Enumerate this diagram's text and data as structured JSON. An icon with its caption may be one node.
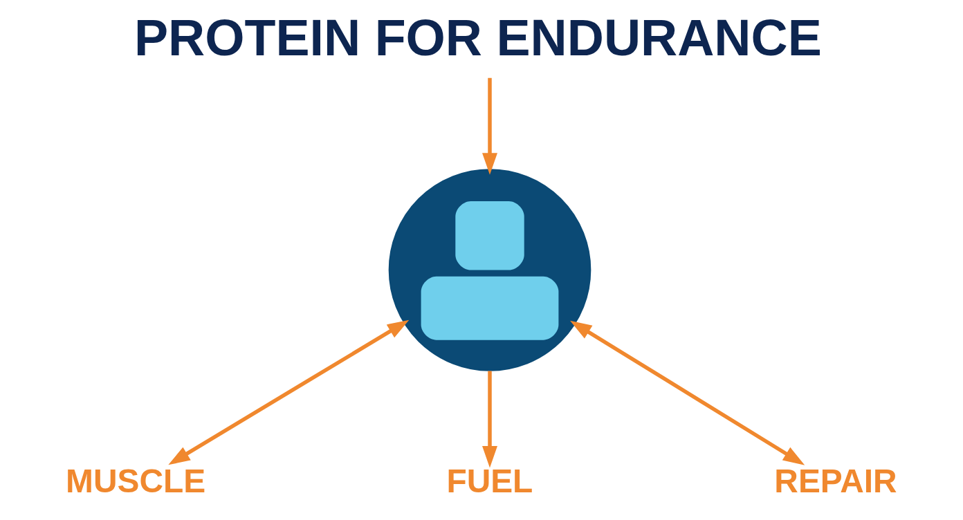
{
  "diagram": {
    "title": "PROTEIN FOR ENDURANCE",
    "nodes": [
      {
        "text": [],
        "shape": "person"
      },
      {
        "text": [
          "MUSCLE"
        ]
      },
      {
        "text": [
          "FUEL"
        ]
      },
      {
        "text": [
          "REPAIR"
        ]
      }
    ],
    "edges": [
      {
        "from": null,
        "to": 0,
        "arrow": "to"
      },
      {
        "from": 0,
        "to": 1,
        "arrow": "both"
      },
      {
        "from": 0,
        "to": 2,
        "arrow": "to"
      },
      {
        "from": 0,
        "to": 3,
        "arrow": "both"
      }
    ]
  }
}
